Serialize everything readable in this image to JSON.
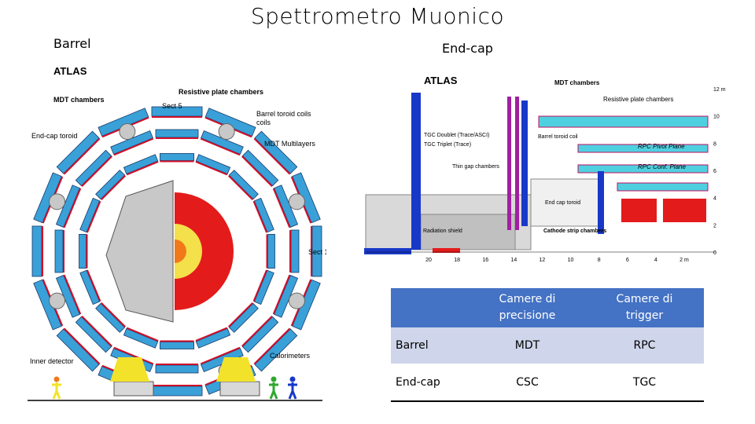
{
  "title": "Spettrometro  Muonico",
  "labels": {
    "barrel": "Barrel",
    "endcap": "End-cap"
  },
  "barrel_diagram": {
    "logo": "ATLAS",
    "annotations": [
      "MDT chambers",
      "Resistive plate chambers",
      "Sect 5",
      "Barrel toroid coils",
      "End-cap toroid",
      "MDT Multilayers",
      "Sect 1",
      "Inner detector",
      "Calorimeters"
    ]
  },
  "endcap_diagram": {
    "logo": "ATLAS",
    "annotations": [
      "MDT chambers",
      "Resistive plate chambers",
      "TGC Doublet (Trace/ASCI)",
      "TGC Triplet (Trace)",
      "Barrel toroid coil",
      "RPC Pivot Plane",
      "Thin gap chambers",
      "RPC Conf. Plane",
      "End cap toroid",
      "Radiation shield",
      "Cathode strip chambers"
    ],
    "right_axis": [
      "12 m",
      "10",
      "8",
      "6",
      "4",
      "2",
      "0"
    ],
    "bottom_axis": [
      "20",
      "18",
      "16",
      "14",
      "12",
      "10",
      "8",
      "6",
      "4",
      "2 m"
    ]
  },
  "table": {
    "headers": [
      "",
      "Camere di precisione",
      "Camere di trigger"
    ],
    "rows": [
      [
        "Barrel",
        "MDT",
        "RPC"
      ],
      [
        "End-cap",
        "CSC",
        "TGC"
      ]
    ]
  },
  "colors": {
    "header": "#4472c4",
    "row_alt": "#cfd5ea",
    "chamber_blue": "#3aa0d8",
    "rpc_red": "#d0102a"
  }
}
